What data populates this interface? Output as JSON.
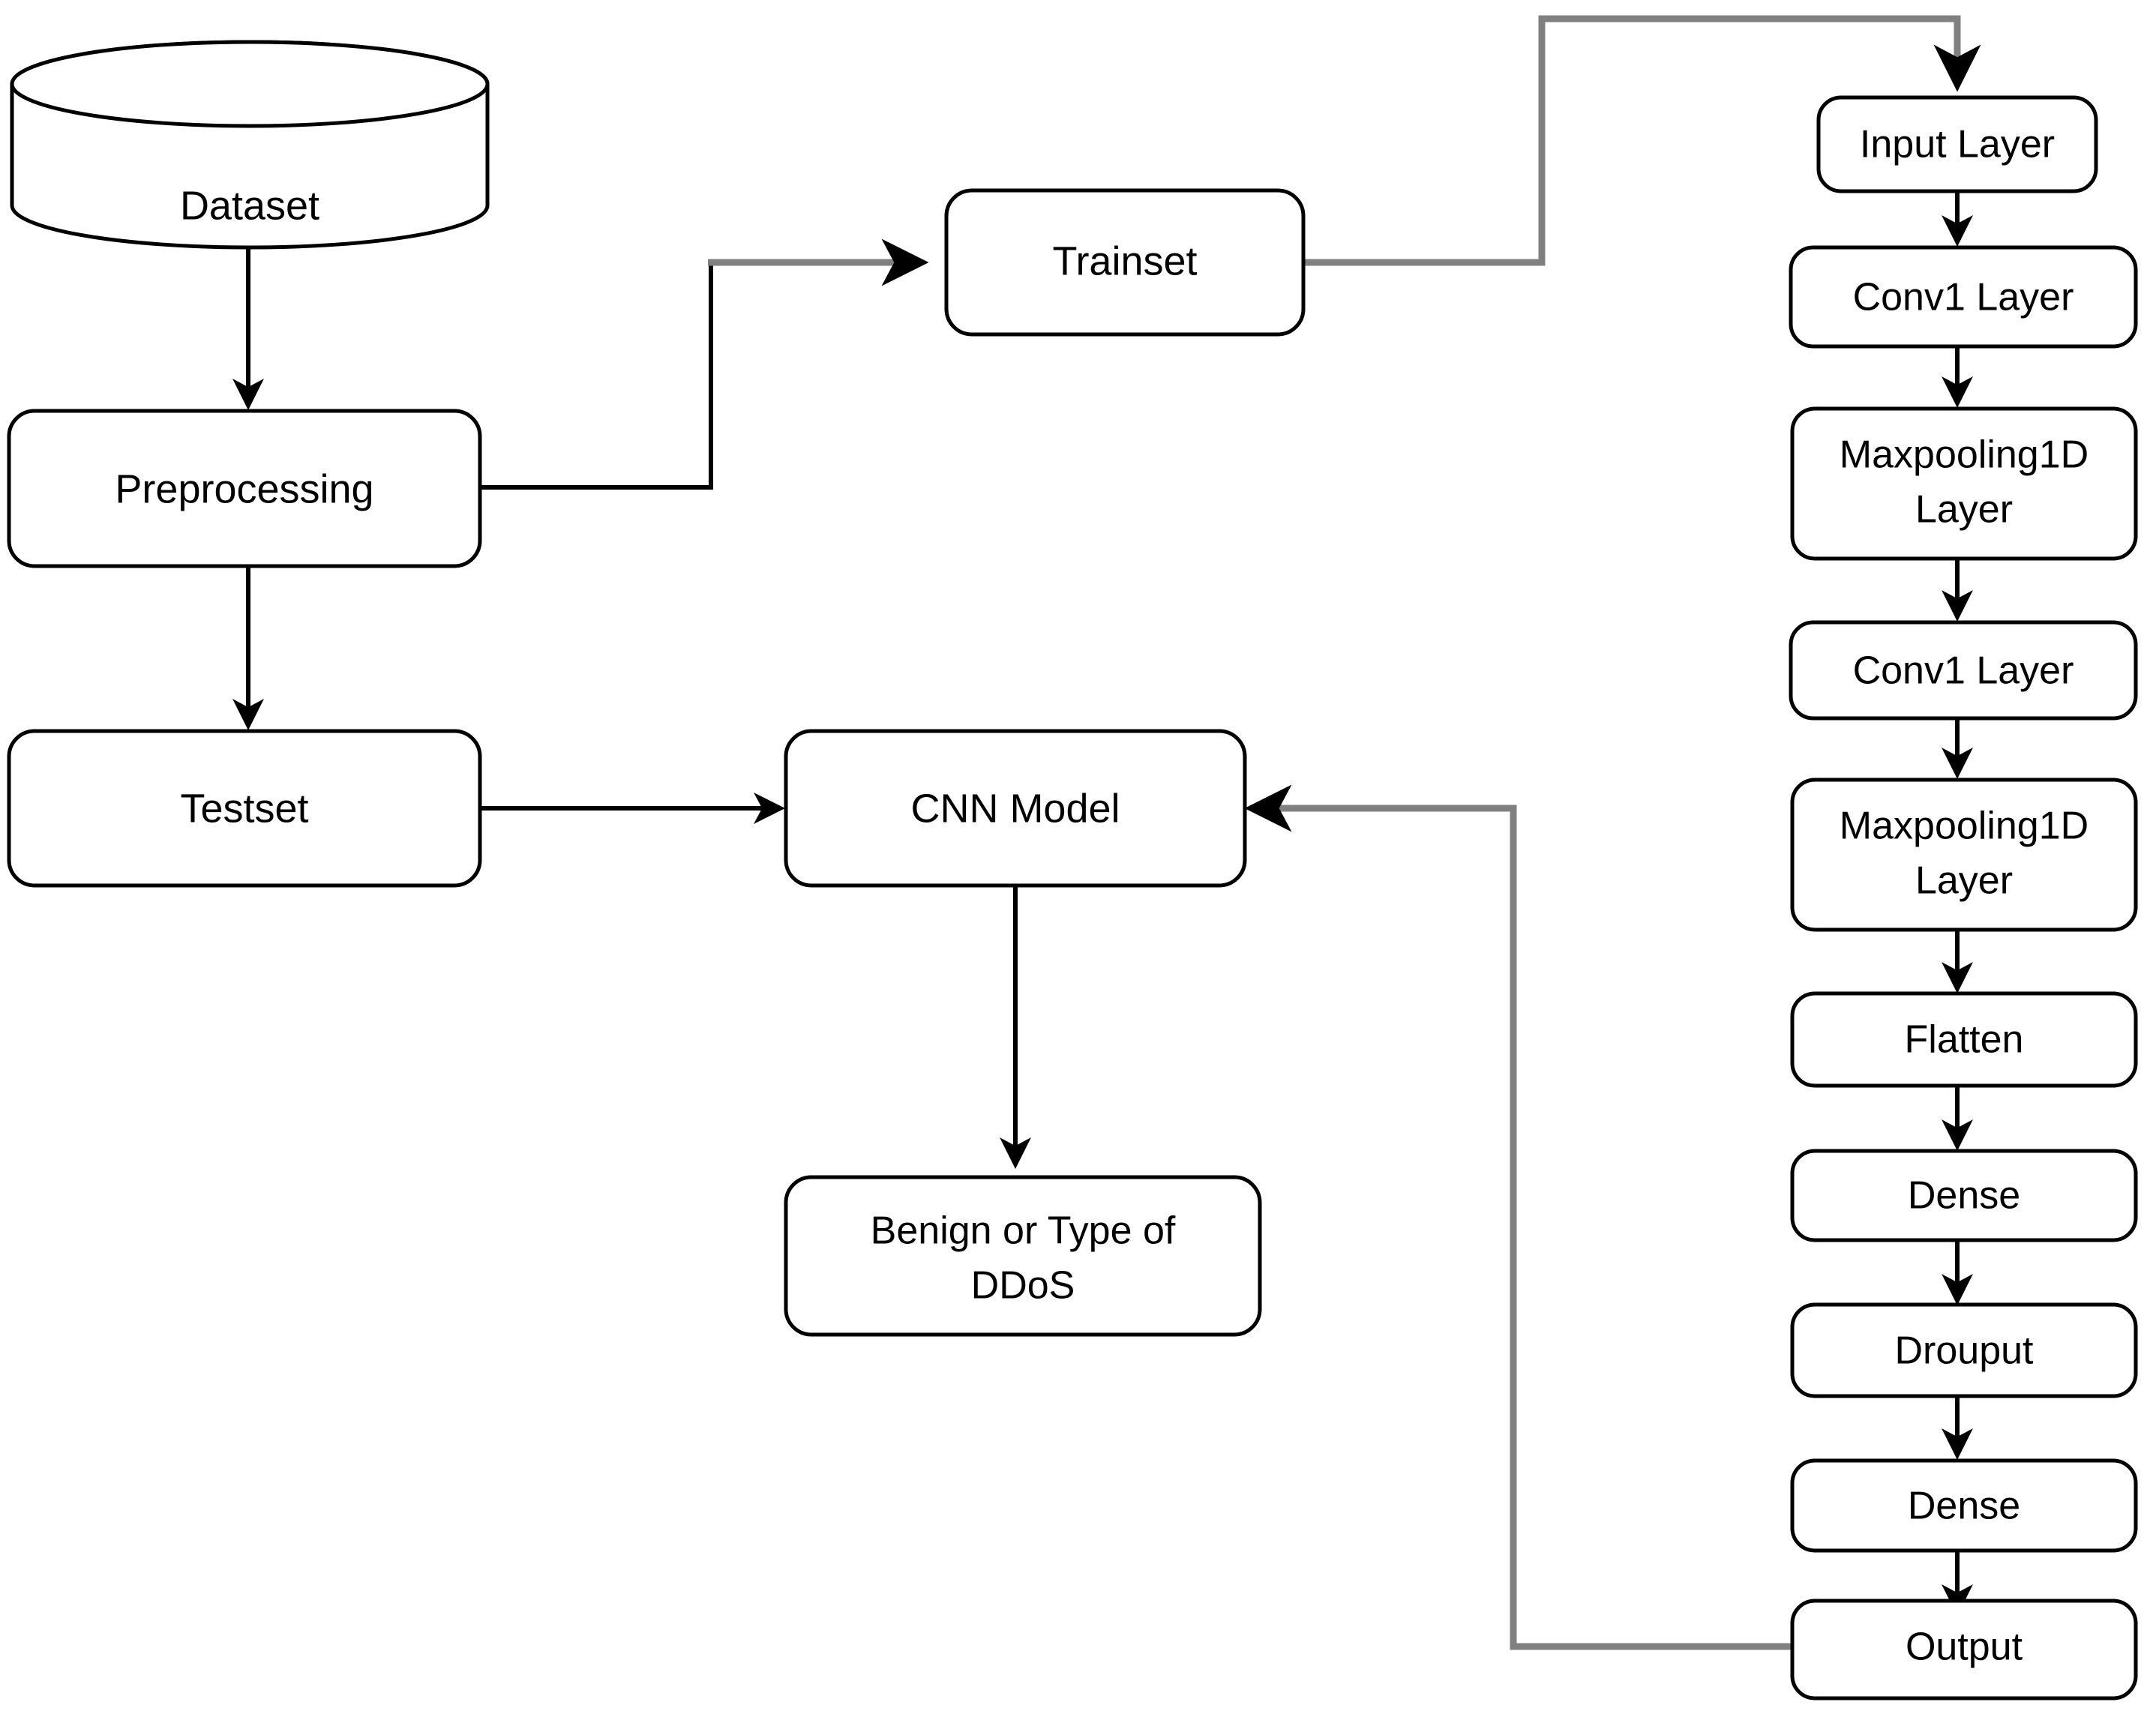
{
  "diagram": {
    "title": "CNN-based DDoS detection pipeline flowchart",
    "colors": {
      "node_fill": "#ffffff",
      "node_stroke": "#000000",
      "edge_black": "#000000",
      "edge_gray": "#808080",
      "background": "#ffffff"
    },
    "pipeline_nodes": [
      {
        "id": "dataset",
        "label": "Dataset",
        "shape": "cylinder"
      },
      {
        "id": "preprocessing",
        "label": "Preprocessing",
        "shape": "rounded-rect"
      },
      {
        "id": "trainset",
        "label": "Trainset",
        "shape": "rounded-rect"
      },
      {
        "id": "testset",
        "label": "Testset",
        "shape": "rounded-rect"
      },
      {
        "id": "cnn-model",
        "label": "CNN Model",
        "shape": "rounded-rect"
      },
      {
        "id": "prediction",
        "label_line1": "Benign or Type of",
        "label_line2": "DDoS",
        "shape": "rounded-rect"
      }
    ],
    "cnn_layers": [
      {
        "id": "input-layer",
        "label": "Input Layer"
      },
      {
        "id": "conv1-layer-1",
        "label": "Conv1 Layer"
      },
      {
        "id": "maxpooling1d-layer-1",
        "label_line1": "Maxpooling1D",
        "label_line2": "Layer"
      },
      {
        "id": "conv1-layer-2",
        "label": "Conv1 Layer"
      },
      {
        "id": "maxpooling1d-layer-2",
        "label_line1": "Maxpooling1D",
        "label_line2": "Layer"
      },
      {
        "id": "flatten-layer",
        "label": "Flatten"
      },
      {
        "id": "dense-layer-1",
        "label": "Dense"
      },
      {
        "id": "dropout-layer",
        "label": "Drouput"
      },
      {
        "id": "dense-layer-2",
        "label": "Dense"
      },
      {
        "id": "output-layer",
        "label": "Output"
      }
    ],
    "edges": [
      {
        "id": "dataset-to-preprocessing",
        "from": "Dataset",
        "to": "Preprocessing",
        "color": "#000000"
      },
      {
        "id": "preprocessing-to-trainset",
        "from": "Preprocessing",
        "to": "Trainset",
        "color": "#808080"
      },
      {
        "id": "preprocessing-to-testset",
        "from": "Preprocessing",
        "to": "Testset",
        "color": "#000000"
      },
      {
        "id": "trainset-to-input-layer",
        "from": "Trainset",
        "to": "Input Layer",
        "color": "#808080"
      },
      {
        "id": "testset-to-cnn-model",
        "from": "Testset",
        "to": "CNN Model",
        "color": "#000000"
      },
      {
        "id": "cnn-model-to-prediction",
        "from": "CNN Model",
        "to": "Benign or Type of DDoS",
        "color": "#000000"
      },
      {
        "id": "output-to-cnn-model",
        "from": "Output",
        "to": "CNN Model",
        "color": "#808080"
      },
      {
        "id": "input-to-conv1-1",
        "from": "Input Layer",
        "to": "Conv1 Layer",
        "color": "#000000"
      },
      {
        "id": "conv1-1-to-maxpool-1",
        "from": "Conv1 Layer",
        "to": "Maxpooling1D Layer",
        "color": "#000000"
      },
      {
        "id": "maxpool-1-to-conv1-2",
        "from": "Maxpooling1D Layer",
        "to": "Conv1 Layer",
        "color": "#000000"
      },
      {
        "id": "conv1-2-to-maxpool-2",
        "from": "Conv1 Layer",
        "to": "Maxpooling1D Layer",
        "color": "#000000"
      },
      {
        "id": "maxpool-2-to-flatten",
        "from": "Maxpooling1D Layer",
        "to": "Flatten",
        "color": "#000000"
      },
      {
        "id": "flatten-to-dense-1",
        "from": "Flatten",
        "to": "Dense",
        "color": "#000000"
      },
      {
        "id": "dense-1-to-dropout",
        "from": "Dense",
        "to": "Drouput",
        "color": "#000000"
      },
      {
        "id": "dropout-to-dense-2",
        "from": "Drouput",
        "to": "Dense",
        "color": "#000000"
      },
      {
        "id": "dense-2-to-output",
        "from": "Dense",
        "to": "Output",
        "color": "#000000"
      }
    ]
  }
}
